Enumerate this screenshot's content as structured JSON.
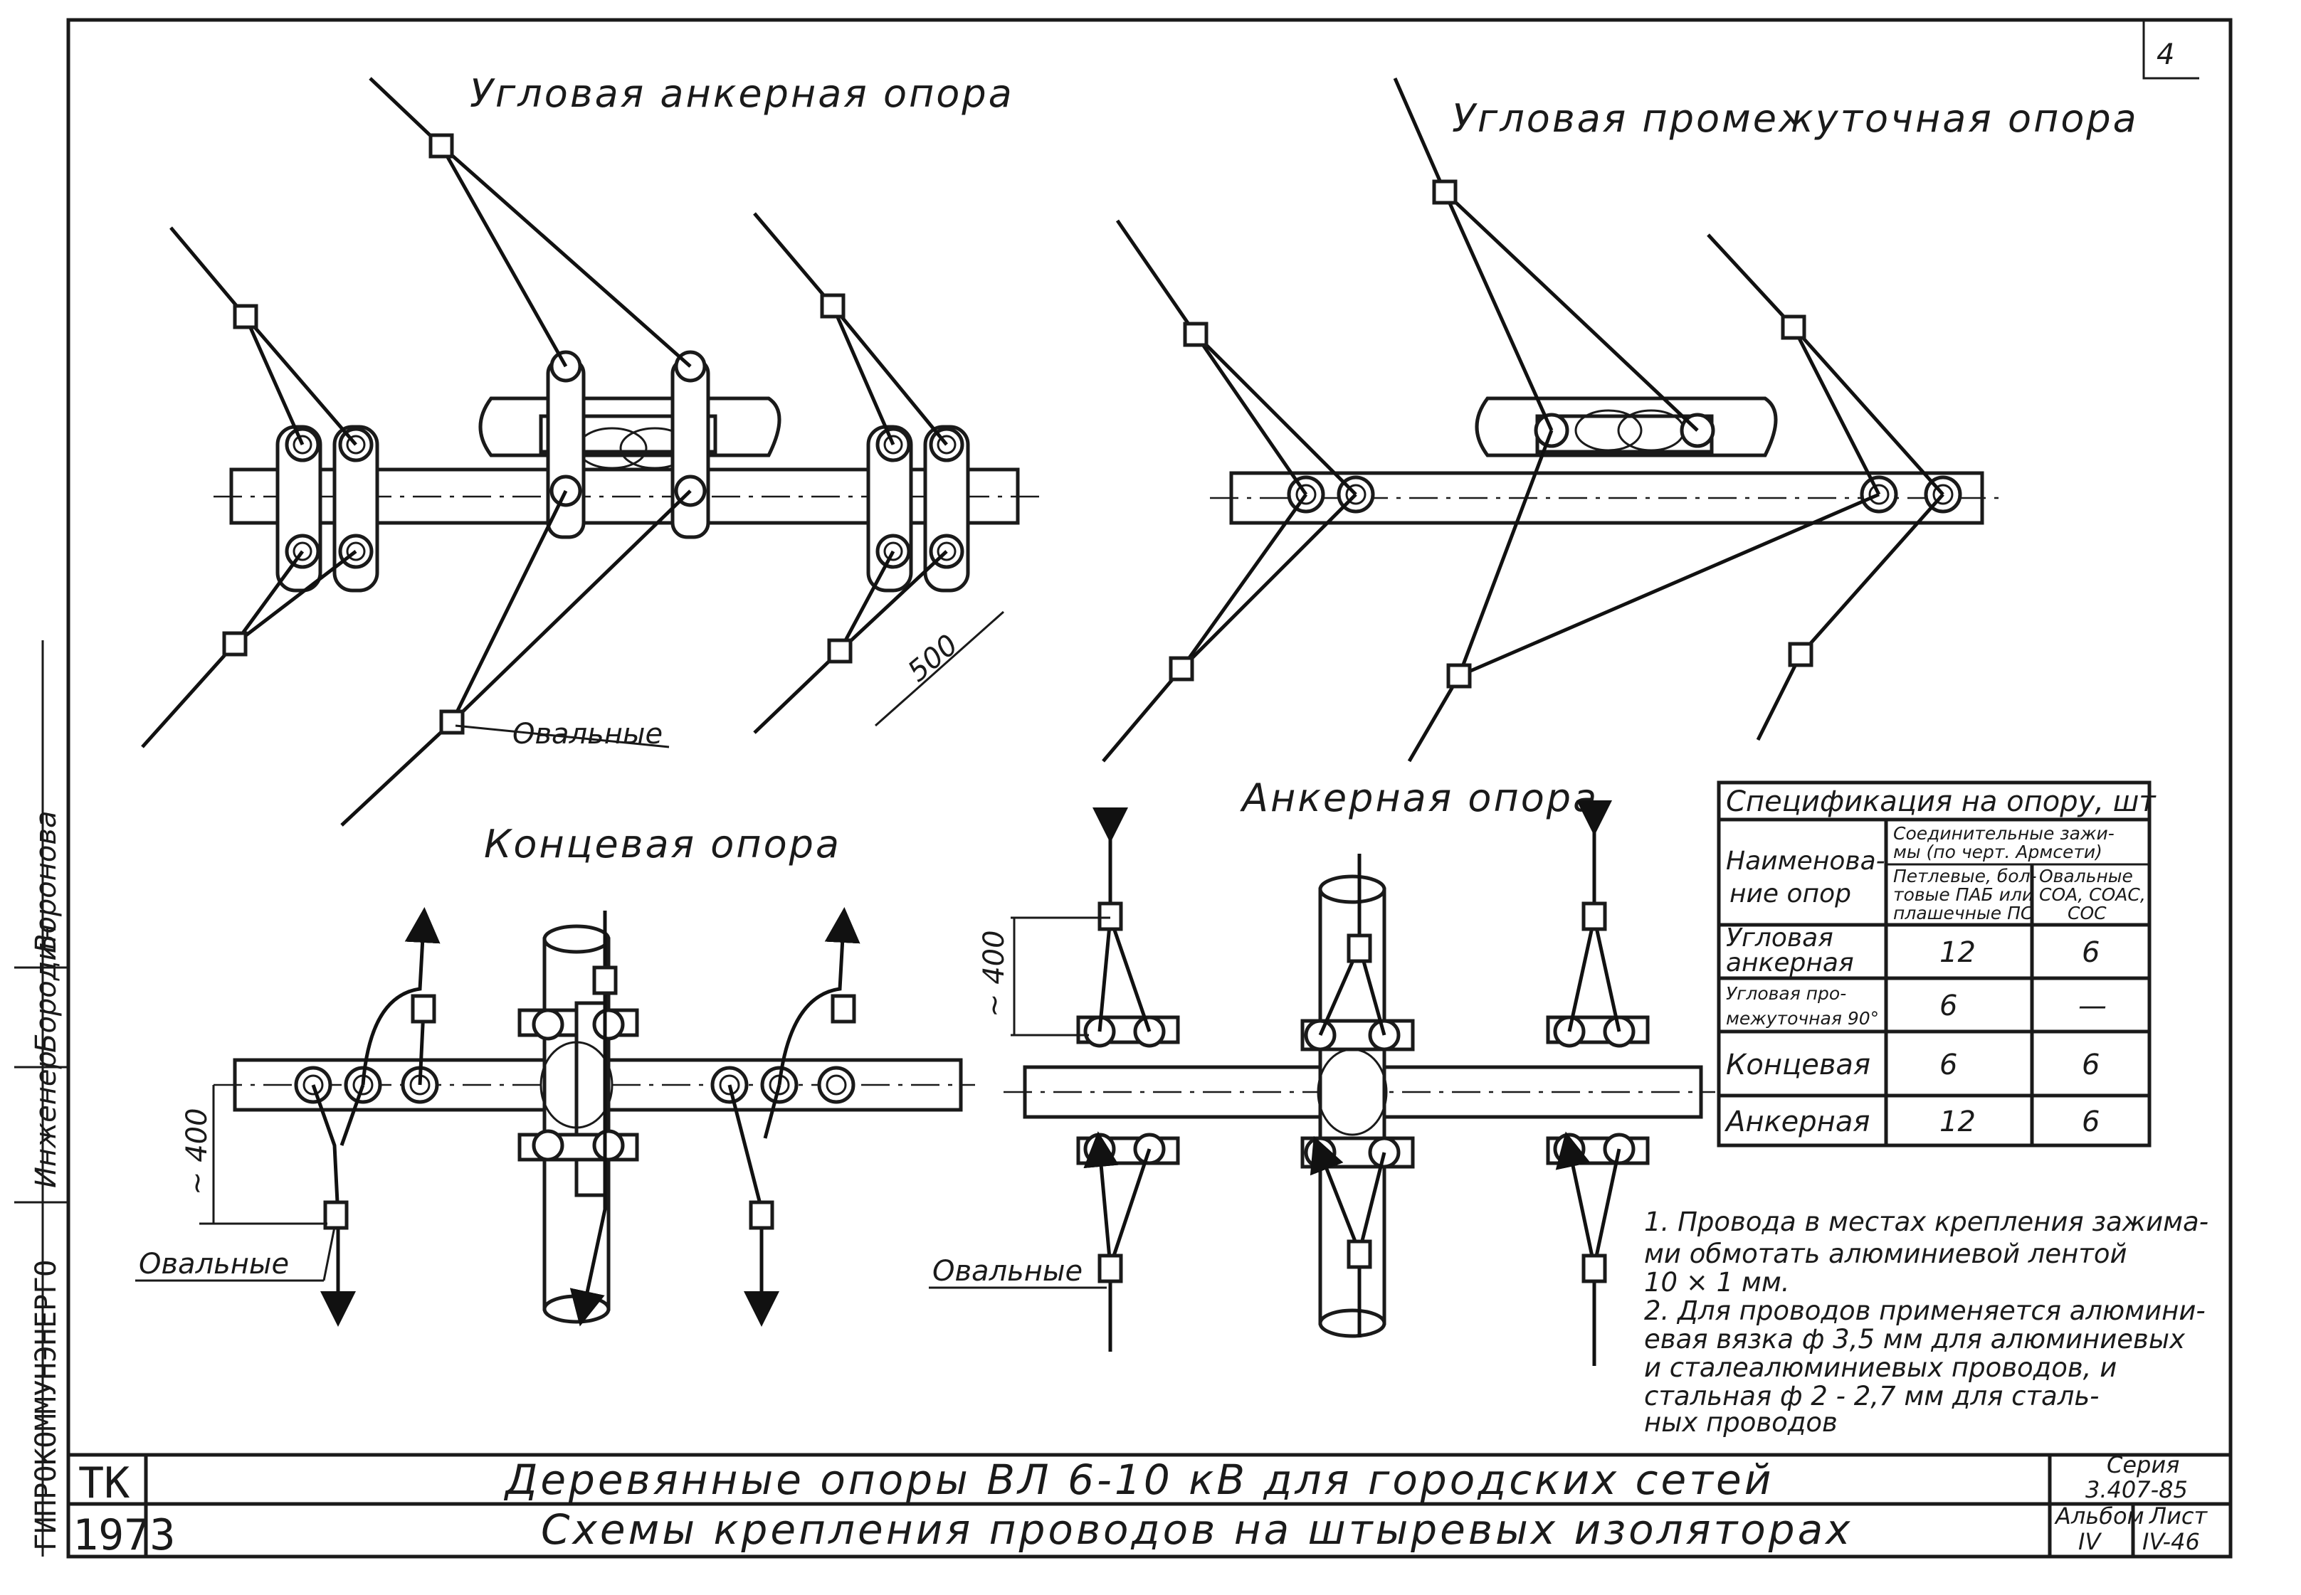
{
  "sheet_mark": "4",
  "drawings": {
    "corner_anchor": {
      "title": "Угловая анкерная опора",
      "label_oval": "Овальные",
      "dim": "500"
    },
    "corner_intermediate": {
      "title": "Угловая промежуточная опора"
    },
    "end": {
      "title": "Концевая опора",
      "label_oval": "Овальные",
      "dim": "~ 400"
    },
    "anchor": {
      "title": "Анкерная опора",
      "label_oval": "Овальные",
      "dim": "~ 400"
    }
  },
  "spec_table": {
    "title": "Спецификация на опору, шт",
    "col_name": [
      "Наименова-",
      "ние опор"
    ],
    "col_group": [
      "Соединительные зажи-",
      "мы (по черт. Армсети)"
    ],
    "col_a": [
      "Петлевые, бол-",
      "товые ПАБ или",
      "плашечные ПС"
    ],
    "col_b": [
      "Овальные",
      "СОА, СОАС,",
      "СОС"
    ],
    "rows": [
      {
        "name": [
          "Угловая",
          "анкерная"
        ],
        "a": "12",
        "b": "6"
      },
      {
        "name": [
          "Угловая про-",
          "межуточная 90°"
        ],
        "a": "6",
        "b": "—"
      },
      {
        "name": [
          "Концевая"
        ],
        "a": "6",
        "b": "6"
      },
      {
        "name": [
          "Анкерная"
        ],
        "a": "12",
        "b": "6"
      }
    ]
  },
  "notes": [
    "1. Провода в местах крепления зажима-",
    "ми обмотать алюминиевой лентой",
    "10 × 1 мм.",
    "2. Для проводов применяется алюмини-",
    "евая вязка ф 3,5 мм для алюминиевых",
    "и сталеалюминиевых проводов, и",
    "стальная ф 2 - 2,7 мм для сталь-",
    "ных проводов"
  ],
  "side_stamp": {
    "org": "ГИПРОКОММУНЭНЕРГО",
    "role": "Инженер",
    "name": "Бородин",
    "extra": "Воронова"
  },
  "title_block": {
    "code_top": "ТК",
    "code_bottom": "1973",
    "title_main": "Деревянные опоры ВЛ 6-10 кВ для городских сетей",
    "title_sub": "Схемы крепления проводов на штыревых изоляторах",
    "series_label": "Серия",
    "series_value": "3.407-85",
    "album_label": "Альбом",
    "album_value": "IV",
    "sheet_label": "Лист",
    "sheet_value": "IV-46"
  }
}
